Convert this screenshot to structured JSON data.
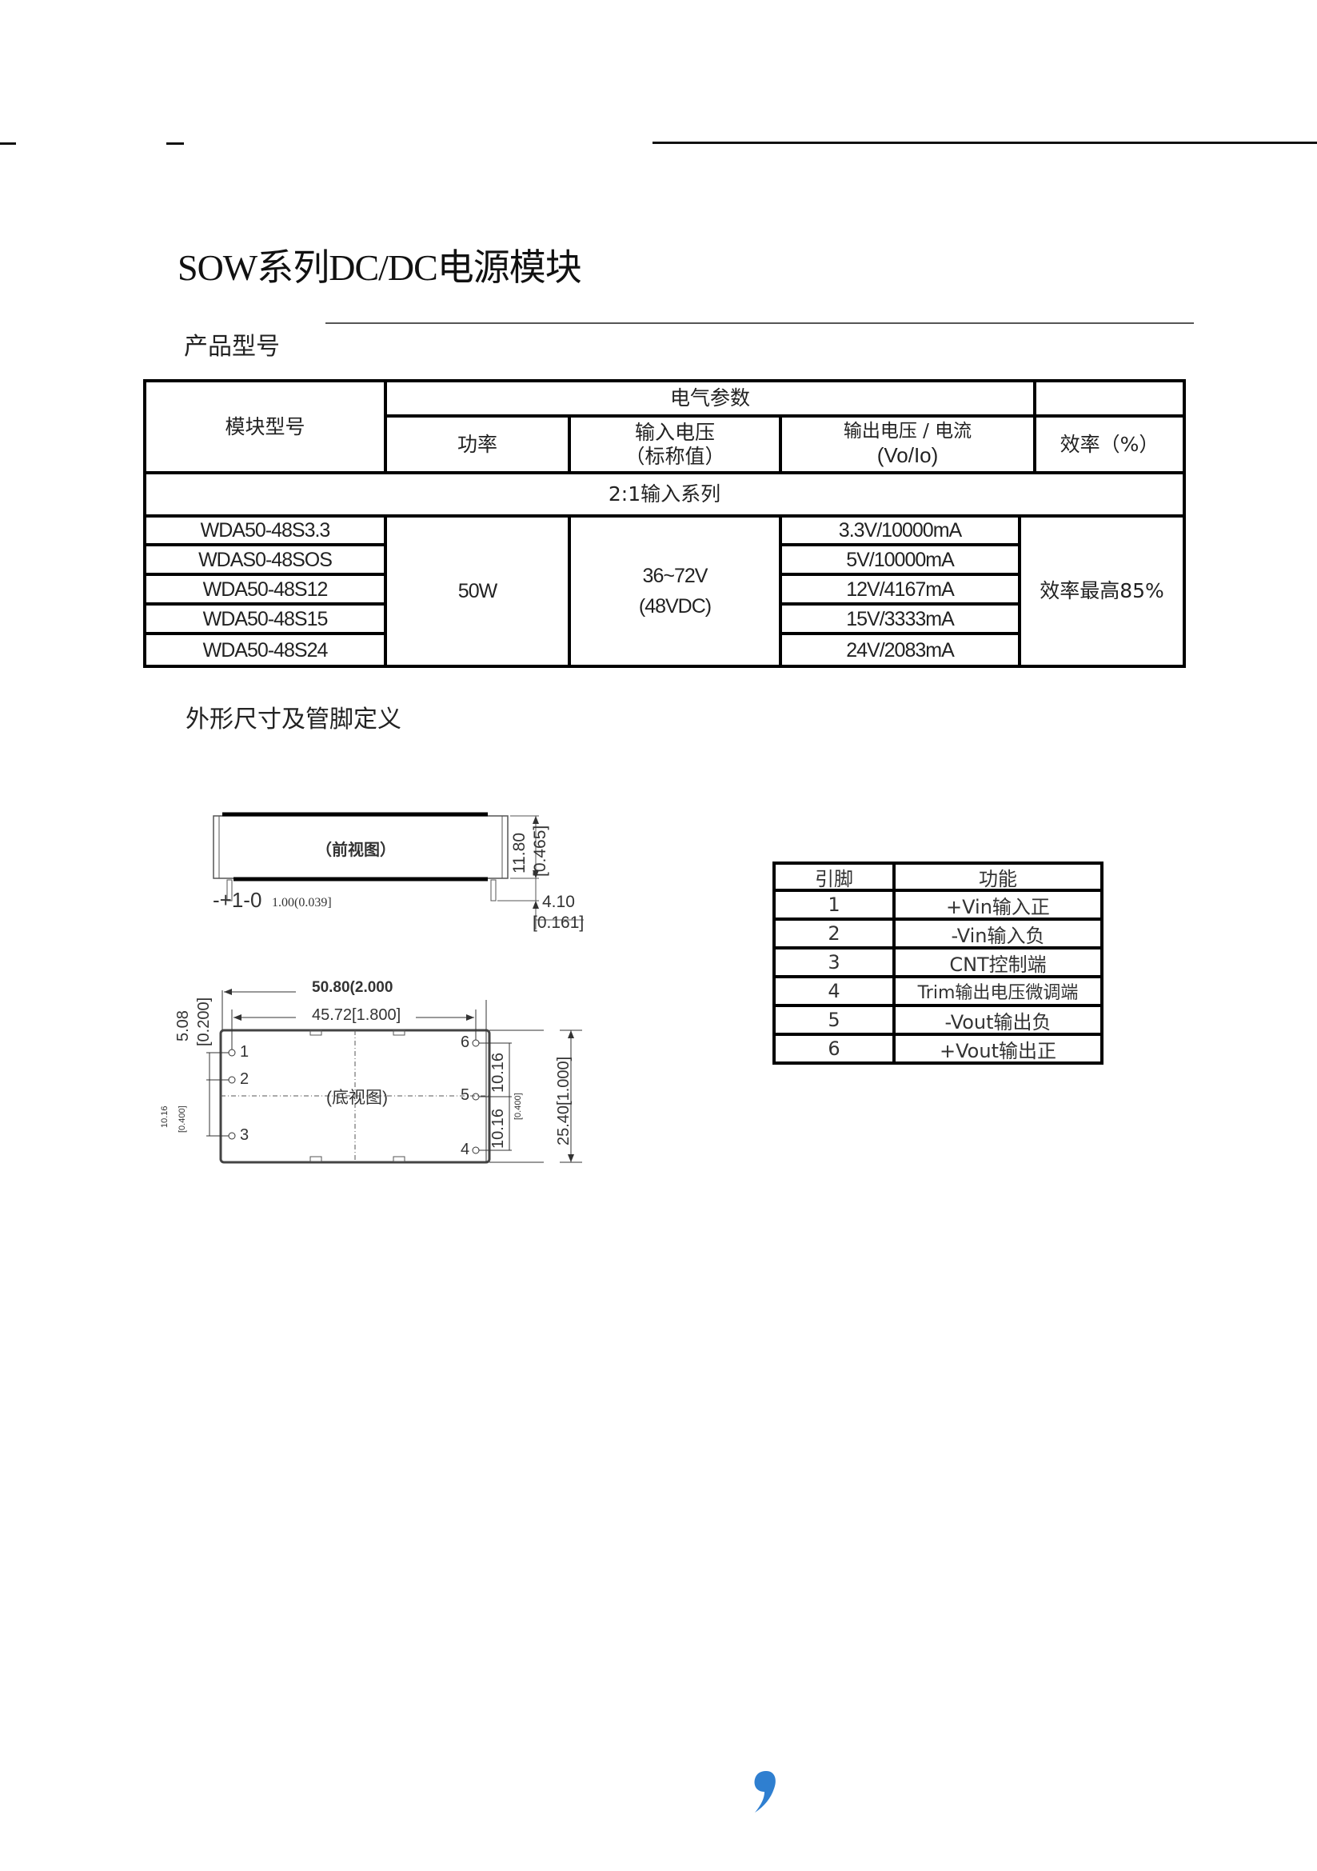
{
  "page_title": "SOW系列DC/DC电源模块",
  "sections": {
    "models": "产品型号",
    "outline": "外形尺寸及管脚定义"
  },
  "spec_table": {
    "headers": {
      "model": "模块型号",
      "electrical": "电气参数",
      "power": "功率",
      "input_voltage": "输入电压",
      "input_voltage_sub": "（标称值）",
      "output": "输出电压 / 电流",
      "output_sub": "(Vo/Io)",
      "efficiency": "效率（%）"
    },
    "series_label": "2:1输入系列",
    "rows": [
      {
        "model": "WDA50-48S3.3",
        "output": "3.3V/10000mA"
      },
      {
        "model": "WDAS0-48SOS",
        "output": "5V/10000mA"
      },
      {
        "model": "WDA50-48S12",
        "output": "12V/4167mA"
      },
      {
        "model": "WDA50-48S15",
        "output": "15V/3333mA"
      },
      {
        "model": "WDA50-48S24",
        "output": "24V/2083mA"
      }
    ],
    "power": "50W",
    "input_range": "36~72V",
    "input_nominal": "(48VDC)",
    "efficiency": "效率最高85%"
  },
  "front_view": {
    "label": "（前视图）",
    "height_mm": "11.80",
    "height_in": "[0.465]",
    "pin_len_mm": "4.10",
    "pin_len_in": "[0.161]",
    "tolerance": "-+1-0",
    "pin_dia": "1.00(0.039]"
  },
  "bottom_view": {
    "label": "(底视图)",
    "width_total": "50.80(2.000",
    "pin_span": "45.72[1.800]",
    "offset_mm": "5.08",
    "offset_in": "[0.200]",
    "left_pitch": "10.16",
    "left_pitch_in": "[0.400]",
    "right_pitch_a": "10.16",
    "right_pitch_b": "10.16",
    "right_pitch_in": "[0.400]",
    "height_total": "25.40[1.000]",
    "pins_left": [
      "1",
      "2",
      "3"
    ],
    "pins_right": [
      "6",
      "5",
      "4"
    ]
  },
  "pin_table": {
    "headers": {
      "pin": "引脚",
      "function": "功能"
    },
    "rows": [
      {
        "pin": "1",
        "function": "+Vin输入正"
      },
      {
        "pin": "2",
        "function": "-Vin输入负"
      },
      {
        "pin": "3",
        "function": "CNT控制端"
      },
      {
        "pin": "4",
        "function": "Trim输出电压微调端"
      },
      {
        "pin": "5",
        "function": "-Vout输出负"
      },
      {
        "pin": "6",
        "function": "+Vout输出正"
      }
    ]
  },
  "footer_mark": "，",
  "colors": {
    "accent": "#2f7fd0",
    "rule": "#111111"
  }
}
